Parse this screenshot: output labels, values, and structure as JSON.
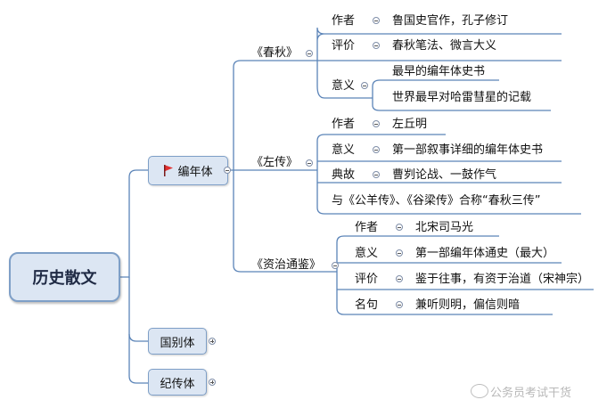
{
  "root": {
    "label": "历史散文"
  },
  "branches": [
    {
      "label": "编年体",
      "icon": "red-flag-icon",
      "expanded": true,
      "children": [
        {
          "label": "《春秋》",
          "items": [
            {
              "key": "作者",
              "values": [
                "鲁国史官作，孔子修订"
              ]
            },
            {
              "key": "评价",
              "values": [
                "春秋笔法、微言大义"
              ]
            },
            {
              "key": "意义",
              "values": [
                "最早的编年体史书",
                "世界最早对哈雷彗星的记载"
              ]
            }
          ]
        },
        {
          "label": "《左传》",
          "items": [
            {
              "key": "作者",
              "values": [
                "左丘明"
              ]
            },
            {
              "key": "意义",
              "values": [
                "第一部叙事详细的编年体史书"
              ]
            },
            {
              "key": "典故",
              "values": [
                "曹刿论战、一鼓作气"
              ]
            },
            {
              "key": "与《公羊传》、《谷梁传》合称“春秋三传”",
              "values": []
            }
          ]
        },
        {
          "label": "《资治通鉴》",
          "items": [
            {
              "key": "作者",
              "values": [
                "北宋司马光"
              ]
            },
            {
              "key": "意义",
              "values": [
                "第一部编年体通史（最大）"
              ]
            },
            {
              "key": "评价",
              "values": [
                "鉴于往事，有资于治道（宋神宗）"
              ]
            },
            {
              "key": "名句",
              "values": [
                "兼听则明，偏信则暗"
              ]
            }
          ]
        }
      ]
    },
    {
      "label": "国别体",
      "expanded": false
    },
    {
      "label": "纪传体",
      "expanded": false
    }
  ],
  "watermark": "公务员考试干货",
  "colors": {
    "line": "#5b84b8",
    "node_fill": "#dce6f3",
    "node_border": "#7e9fc7",
    "flag": "#e03030"
  }
}
